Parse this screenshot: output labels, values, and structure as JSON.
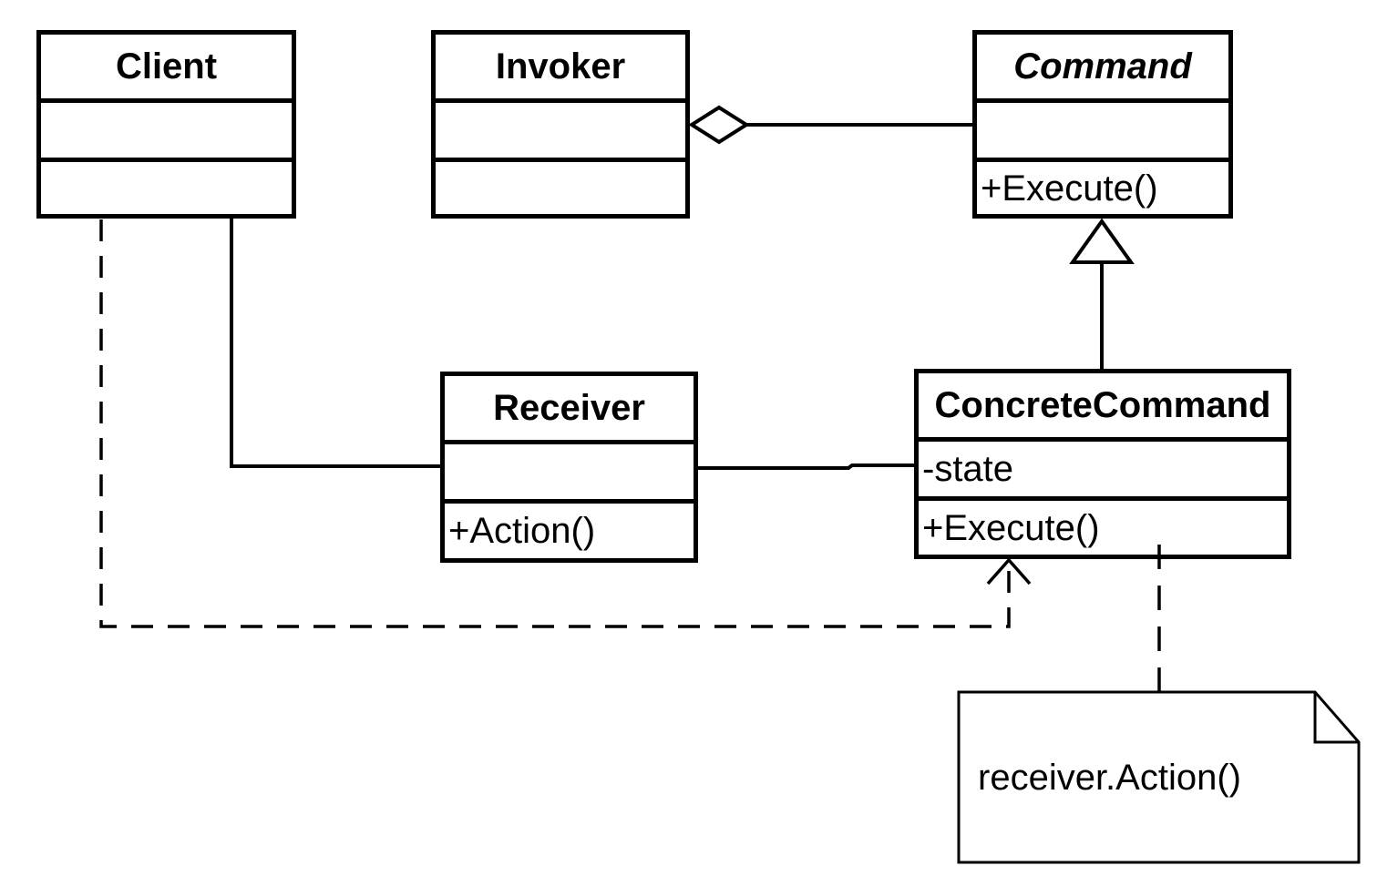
{
  "colors": {
    "stroke": "#000000",
    "background": "#ffffff"
  },
  "classes": [
    {
      "name": "Client",
      "abstract": false,
      "attributes": [],
      "methods": []
    },
    {
      "name": "Invoker",
      "abstract": false,
      "attributes": [],
      "methods": []
    },
    {
      "name": "Command",
      "abstract": true,
      "attributes": [],
      "methods": [
        "+Execute()"
      ]
    },
    {
      "name": "Receiver",
      "abstract": false,
      "attributes": [],
      "methods": [
        "+Action()"
      ]
    },
    {
      "name": "ConcreteCommand",
      "abstract": false,
      "attributes": [
        "-state"
      ],
      "methods": [
        "+Execute()"
      ]
    }
  ],
  "note": {
    "text": "receiver.Action()"
  },
  "relationships": [
    {
      "type": "aggregation",
      "from": "Invoker",
      "to": "Command"
    },
    {
      "type": "generalization",
      "from": "ConcreteCommand",
      "to": "Command"
    },
    {
      "type": "association",
      "from": "Client",
      "to": "Receiver"
    },
    {
      "type": "association",
      "from": "Receiver",
      "to": "ConcreteCommand"
    },
    {
      "type": "dependency",
      "from": "Client",
      "to": "ConcreteCommand"
    },
    {
      "type": "note-anchor",
      "from": "ConcreteCommand",
      "to": "note"
    }
  ]
}
